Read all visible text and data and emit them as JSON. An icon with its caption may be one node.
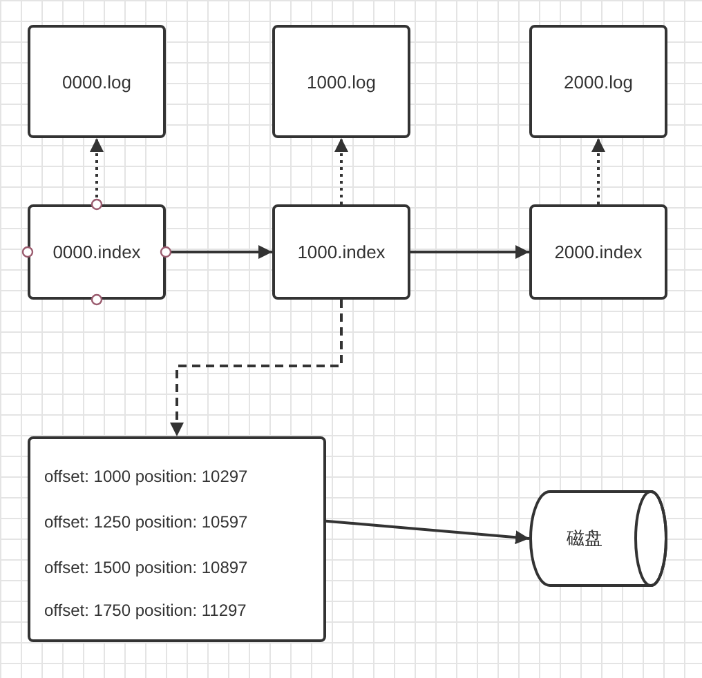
{
  "diagram": {
    "nodes": [
      {
        "text": [
          "0000.log"
        ]
      },
      {
        "text": [
          "1000.log"
        ]
      },
      {
        "text": [
          "2000.log"
        ]
      },
      {
        "text": [
          "0000.index"
        ]
      },
      {
        "text": [
          "1000.index"
        ]
      },
      {
        "text": [
          "2000.index"
        ]
      },
      {
        "text": [],
        "shape": "box"
      },
      {
        "text": [
          "offset: 1000 position: 10297"
        ],
        "in": 6
      },
      {
        "text": [
          "offset: 1250 position: 10597"
        ],
        "in": 6
      },
      {
        "text": [
          "offset: 1500 position: 10897"
        ],
        "in": 6
      },
      {
        "text": [
          "offset: 1750 position: 11297"
        ],
        "in": 6
      },
      {
        "text": [
          "磁盘"
        ]
      }
    ],
    "edges": [
      {
        "from": 3,
        "to": 0,
        "arrow": "to",
        "style": "dashed"
      },
      {
        "from": 4,
        "to": 1,
        "arrow": "to",
        "style": "dashed"
      },
      {
        "from": 5,
        "to": 2,
        "arrow": "to",
        "style": "dashed"
      },
      {
        "from": 3,
        "to": 4,
        "arrow": "to"
      },
      {
        "from": 4,
        "to": 5,
        "arrow": "to"
      },
      {
        "from": 4,
        "to": 6,
        "arrow": "to",
        "style": "dashed"
      },
      {
        "from": 8,
        "to": 11,
        "arrow": "to"
      }
    ]
  }
}
